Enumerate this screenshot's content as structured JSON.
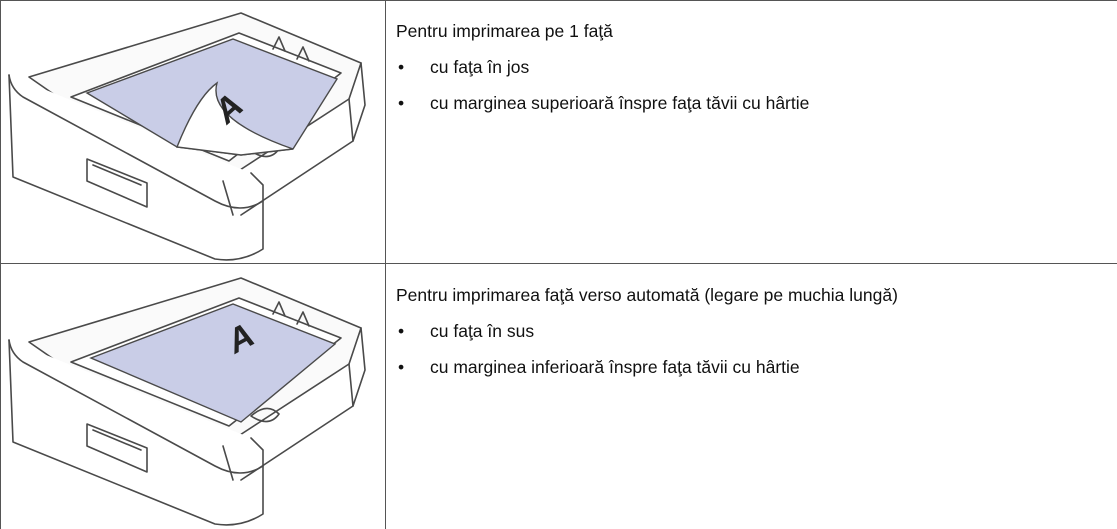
{
  "rows": [
    {
      "heading": "Pentru imprimarea pe 1 faţă",
      "items": [
        "cu faţa în jos",
        "cu marginea superioară înspre faţa tăvii cu hârtie"
      ],
      "sheet_letter": "A"
    },
    {
      "heading": "Pentru imprimarea faţă verso automată (legare pe muchia lungă)",
      "items": [
        "cu faţa în sus",
        "cu marginea inferioară înspre faţa tăvii cu hârtie"
      ],
      "sheet_letter": "A"
    }
  ],
  "bullet_char": "•",
  "colors": {
    "paper": "#c9cde7",
    "tray_line": "#4a4a4a",
    "grid": "#555555"
  }
}
